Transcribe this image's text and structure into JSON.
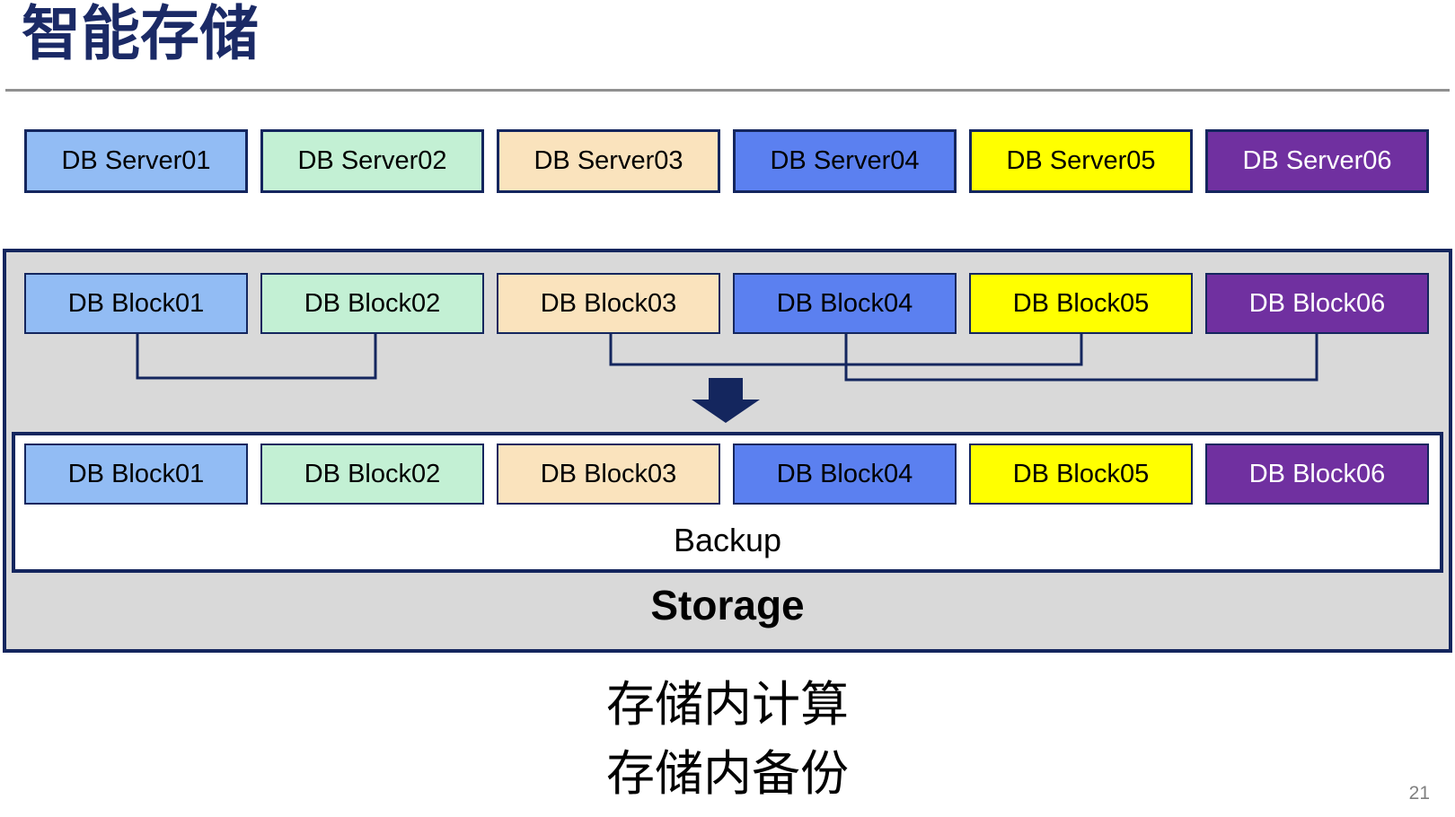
{
  "title": "智能存储",
  "server_row": {
    "items": [
      {
        "label": "DB Server01"
      },
      {
        "label": "DB Server02"
      },
      {
        "label": "DB Server03"
      },
      {
        "label": "DB Server04"
      },
      {
        "label": "DB Server05"
      },
      {
        "label": "DB Server06"
      }
    ]
  },
  "storage": {
    "label": "Storage",
    "block_row_top": {
      "items": [
        {
          "label": "DB Block01"
        },
        {
          "label": "DB Block02"
        },
        {
          "label": "DB Block03"
        },
        {
          "label": "DB Block04"
        },
        {
          "label": "DB Block05"
        },
        {
          "label": "DB Block06"
        }
      ]
    },
    "connector_pairs": "1-2, 3-5, 4-6",
    "backup_box": {
      "label": "Backup",
      "items": [
        {
          "label": "DB Block01"
        },
        {
          "label": "DB Block02"
        },
        {
          "label": "DB Block03"
        },
        {
          "label": "DB Block04"
        },
        {
          "label": "DB Block05"
        },
        {
          "label": "DB Block06"
        }
      ]
    }
  },
  "caption": {
    "line1": "存储内计算",
    "line2": "存储内备份"
  },
  "page_number": "21",
  "colors": {
    "navy": "#14265E",
    "title": "#1B2A66",
    "gray_fill": "#D9D9D9",
    "divider": "#909090",
    "page_number": "#808080",
    "fills": [
      {
        "bg": "#92BCF4",
        "fg": "#000000"
      },
      {
        "bg": "#C3F0D4",
        "fg": "#000000"
      },
      {
        "bg": "#FAE3BD",
        "fg": "#000000"
      },
      {
        "bg": "#5B80F0",
        "fg": "#000000"
      },
      {
        "bg": "#FFFF00",
        "fg": "#000000"
      },
      {
        "bg": "#7030A0",
        "fg": "#FFFFFF"
      }
    ]
  }
}
